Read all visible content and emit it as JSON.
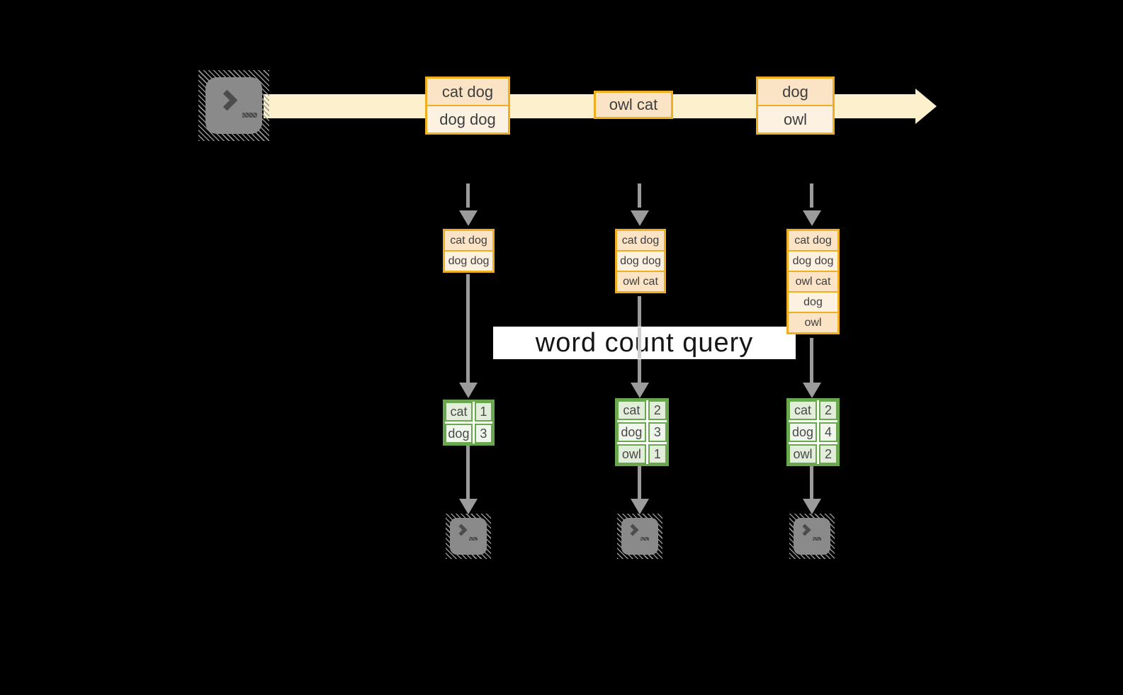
{
  "banner": {
    "label": "word count query"
  },
  "stream": {
    "source_icon": "terminal-icon",
    "sink_icon": "terminal-icon",
    "events": [
      {
        "lines": [
          "cat dog",
          "dog dog"
        ]
      },
      {
        "lines": [
          "owl cat"
        ]
      },
      {
        "lines": [
          "dog",
          "owl"
        ]
      }
    ]
  },
  "columns": [
    {
      "batch": [
        "cat dog",
        "dog dog"
      ],
      "counts": [
        {
          "word": "cat",
          "count": "1"
        },
        {
          "word": "dog",
          "count": "3"
        }
      ]
    },
    {
      "batch": [
        "cat dog",
        "dog dog",
        "owl cat"
      ],
      "counts": [
        {
          "word": "cat",
          "count": "2"
        },
        {
          "word": "dog",
          "count": "3"
        },
        {
          "word": "owl",
          "count": "1"
        }
      ]
    },
    {
      "batch": [
        "cat dog",
        "dog dog",
        "owl cat",
        "dog",
        "owl"
      ],
      "counts": [
        {
          "word": "cat",
          "count": "2"
        },
        {
          "word": "dog",
          "count": "4"
        },
        {
          "word": "owl",
          "count": "2"
        }
      ]
    }
  ],
  "colors": {
    "background": "#000000",
    "stream_band": "#fdf0cd",
    "event_border": "#f0af1e",
    "event_fill_dark": "#fbe3c5",
    "event_fill_light": "#fdf2e2",
    "table_border": "#6aa84f",
    "table_fill_dark": "#e2edda",
    "table_fill_light": "#f0f6ec",
    "arrow_gray": "#9b9b9b",
    "terminal_gray": "#8a8a8a"
  }
}
